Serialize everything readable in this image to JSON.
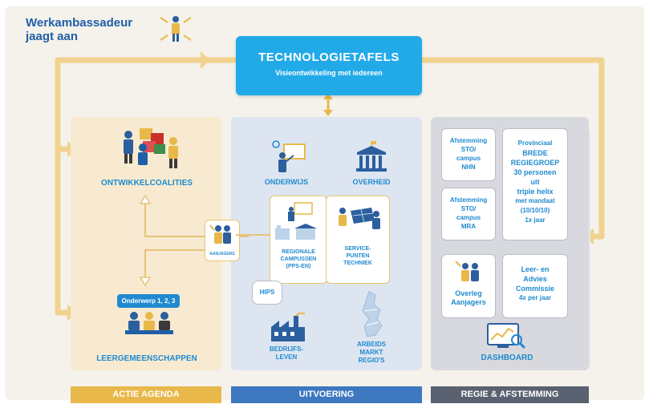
{
  "header": {
    "title_line1": "Werkambassadeur",
    "title_line2": "jaagt aan"
  },
  "technologietafels": {
    "title": "TECHNOLOGIETAFELS",
    "subtitle": "Visieontwikkeling met iedereen"
  },
  "actie_agenda": {
    "ontwikkelcoalities": "ONTWIKKELCOALITIES",
    "aanjagers_small": "AANJAGERS",
    "onderwerp_bubble": "Onderwerp 1, 2, 3",
    "leergemeenschappen": "LEERGEMEENSCHAPPEN"
  },
  "uitvoering": {
    "onderwijs": "ONDERWIJS",
    "overheid": "OVERHEID",
    "regionale_1": "REGIONALE",
    "regionale_2": "CAMPUSSEN",
    "regionale_3": "(PPS-EN)",
    "service_1": "SERVICE-",
    "service_2": "PUNTEN",
    "service_3": "TECHNIEK",
    "hips": "HIPS",
    "bedrijfs_1": "BEDRIJFS-",
    "bedrijfs_2": "LEVEN",
    "arbeids_1": "ARBEIDS",
    "arbeids_2": "MARKT",
    "arbeids_3": "REGIO'S"
  },
  "regie": {
    "nhn_1": "Afstemming",
    "nhn_2": "STO/",
    "nhn_3": "campus",
    "nhn_4": "NHN",
    "mra_1": "Afstemming",
    "mra_2": "STO/",
    "mra_3": "campus",
    "mra_4": "MRA",
    "brede_1": "Provinciaal",
    "brede_2": "BREDE",
    "brede_3": "REGIEGROEP",
    "brede_4": "30 personen",
    "brede_5": "uit",
    "brede_6": "triple helix",
    "brede_7": "met mandaat",
    "brede_8": "(10/10/10)",
    "brede_9": "1x jaar",
    "overleg_1": "Overleg",
    "overleg_2": "Aanjagers",
    "leer_1": "Leer- en",
    "leer_2": "Advies",
    "leer_3": "Commissie",
    "leer_4": "4x per jaar",
    "dashboard": "DASHBOARD"
  },
  "footer": {
    "actie": "ACTIE AGENDA",
    "uitvoering": "UITVOERING",
    "regie": "REGIE & AFSTEMMING"
  },
  "colors": {
    "yellow": "#e8b84a",
    "blue": "#1f8ad0",
    "tech_blue": "#22aae8",
    "footer_blue": "#3d78c0",
    "footer_grey": "#5a6170"
  }
}
